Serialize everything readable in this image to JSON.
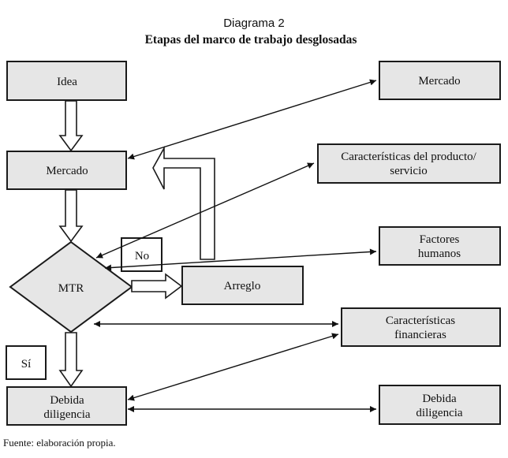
{
  "diagram": {
    "title_line1": "Diagrama 2",
    "title_line2": "Etapas del marco de trabajo desglosadas",
    "nodes": {
      "idea": "Idea",
      "mercado_left": "Mercado",
      "mtr": "MTR",
      "no": "No",
      "arreglo": "Arreglo",
      "si": "Sí",
      "debida_left": [
        "Debida",
        "diligencia"
      ],
      "mercado_right": "Mercado",
      "caracteristicas_producto": [
        "Características del producto/",
        "servicio"
      ],
      "factores_humanos": [
        "Factores",
        "humanos"
      ],
      "caracteristicas_financieras": [
        "Características",
        "financieras"
      ],
      "debida_right": [
        "Debida",
        "diligencia"
      ]
    },
    "source": "Fuente: elaboración propia."
  }
}
